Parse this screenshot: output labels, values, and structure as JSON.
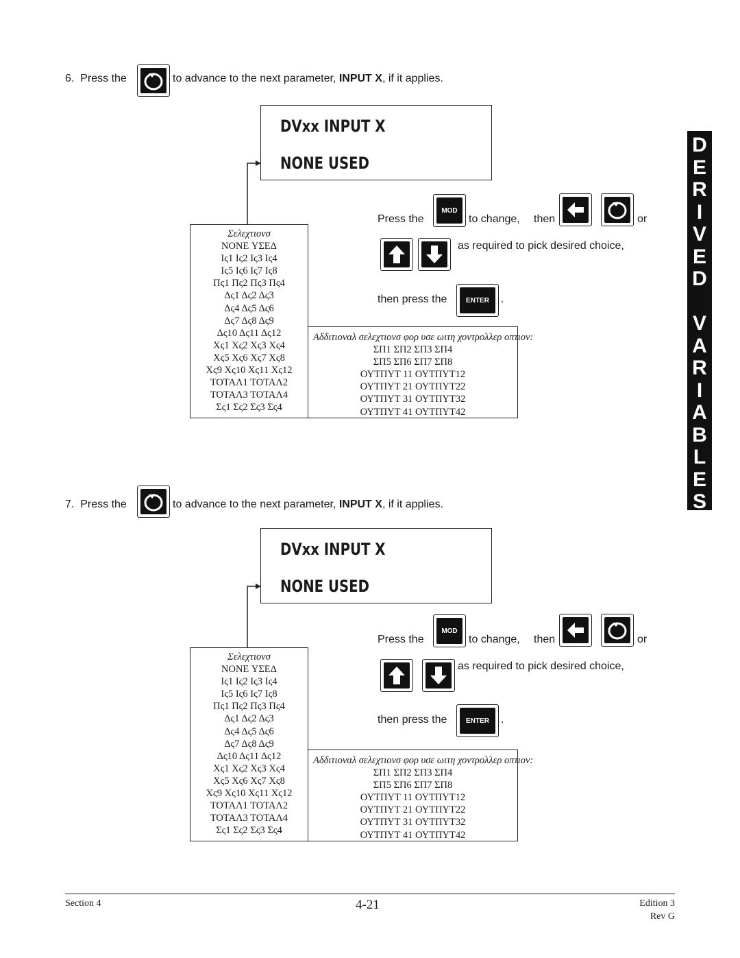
{
  "steps": [
    {
      "number": "6.",
      "press": "Press the",
      "rest_a": "to advance to the next parameter,",
      "param": "INPUT X",
      "rest_b": ", if it applies.",
      "display": {
        "line1": "DVxx INPUT X",
        "line2": "NONE USED"
      },
      "instructions": {
        "press_the": "Press the",
        "mod_label": "MOD",
        "to_change": "to change,",
        "then": "then",
        "or": "or",
        "as_required": "as required to pick desired choice,",
        "then_press": "then press the",
        "enter_label": "ENTER",
        "period": "."
      },
      "selections": {
        "title": "Σελεχτιονσ",
        "rows": [
          "NONE ΥΣΕΔ",
          "Ις1 Ις2 Ις3 Ις4",
          "Ις5 Ις6 Ις7 Ις8",
          "Πς1 Πς2 Πς3 Πς4",
          "Δς1 Δς2 Δς3",
          "Δς4 Δς5 Δς6",
          "Δς7 Δς8 Δς9",
          "Δς10 Δς11 Δς12",
          "Χς1 Χς2 Χς3 Χς4",
          "Χς5 Χς6 Χς7 Χς8",
          "Χς9 Χς10 Χς11 Χς12",
          "ΤΟΤΑΛ1 ΤΟΤΑΛ2",
          "ΤΟΤΑΛ3 ΤΟΤΑΛ4",
          "Σς1 Σς2 Σς3 Σς4"
        ]
      },
      "additional": {
        "title": "Αδδιτιοναλ σελεχτιονσ φορ υσε ωιτη χοντρολλερ οπτιον:",
        "rows": [
          "ΣΠ1 ΣΠ2 ΣΠ3 ΣΠ4",
          "ΣΠ5 ΣΠ6 ΣΠ7 ΣΠ8",
          "ΟΥΤΠΥΤ 11 ΟΥΤΠΥΤ12",
          "ΟΥΤΠΥΤ 21 ΟΥΤΠΥΤ22",
          "ΟΥΤΠΥΤ 31 ΟΥΤΠΥΤ32",
          "ΟΥΤΠΥΤ 41 ΟΥΤΠΥΤ42"
        ]
      }
    },
    {
      "number": "7.",
      "press": "Press the",
      "rest_a": "to advance to the next parameter,",
      "param": "INPUT X",
      "rest_b": ", if it applies.",
      "display": {
        "line1": "DVxx INPUT X",
        "line2": "NONE USED"
      },
      "instructions": {
        "press_the": "Press the",
        "mod_label": "MOD",
        "to_change": "to change,",
        "then": "then",
        "or": "or",
        "as_required": "as required to pick desired choice,",
        "then_press": "then press the",
        "enter_label": "ENTER",
        "period": "."
      },
      "selections": {
        "title": "Σελεχτιονσ",
        "rows": [
          "NONE ΥΣΕΔ",
          "Ις1 Ις2 Ις3 Ις4",
          "Ις5 Ις6 Ις7 Ις8",
          "Πς1 Πς2 Πς3 Πς4",
          "Δς1 Δς2 Δς3",
          "Δς4 Δς5 Δς6",
          "Δς7 Δς8 Δς9",
          "Δς10 Δς11 Δς12",
          "Χς1 Χς2 Χς3 Χς4",
          "Χς5 Χς6 Χς7 Χς8",
          "Χς9 Χς10 Χς11 Χς12",
          "ΤΟΤΑΛ1 ΤΟΤΑΛ2",
          "ΤΟΤΑΛ3 ΤΟΤΑΛ4",
          "Σς1 Σς2 Σς3 Σς4"
        ]
      },
      "additional": {
        "title": "Αδδιτιοναλ σελεχτιονσ φορ υσε ωιτη χοντρολλερ οπτιον:",
        "rows": [
          "ΣΠ1 ΣΠ2 ΣΠ3 ΣΠ4",
          "ΣΠ5 ΣΠ6 ΣΠ7 ΣΠ8",
          "ΟΥΤΠΥΤ 11 ΟΥΤΠΥΤ12",
          "ΟΥΤΠΥΤ 21 ΟΥΤΠΥΤ22",
          "ΟΥΤΠΥΤ 31 ΟΥΤΠΥΤ32",
          "ΟΥΤΠΥΤ 41 ΟΥΤΠΥΤ42"
        ]
      }
    }
  ],
  "side_tab": {
    "letters": [
      "D",
      "E",
      "R",
      "I",
      "V",
      "E",
      "D",
      " ",
      "V",
      "A",
      "R",
      "I",
      "A",
      "B",
      "L",
      "E",
      "S"
    ]
  },
  "footer": {
    "section": "Section 4",
    "page": "4-21",
    "edition": "Edition 3",
    "rev": "Rev G"
  }
}
